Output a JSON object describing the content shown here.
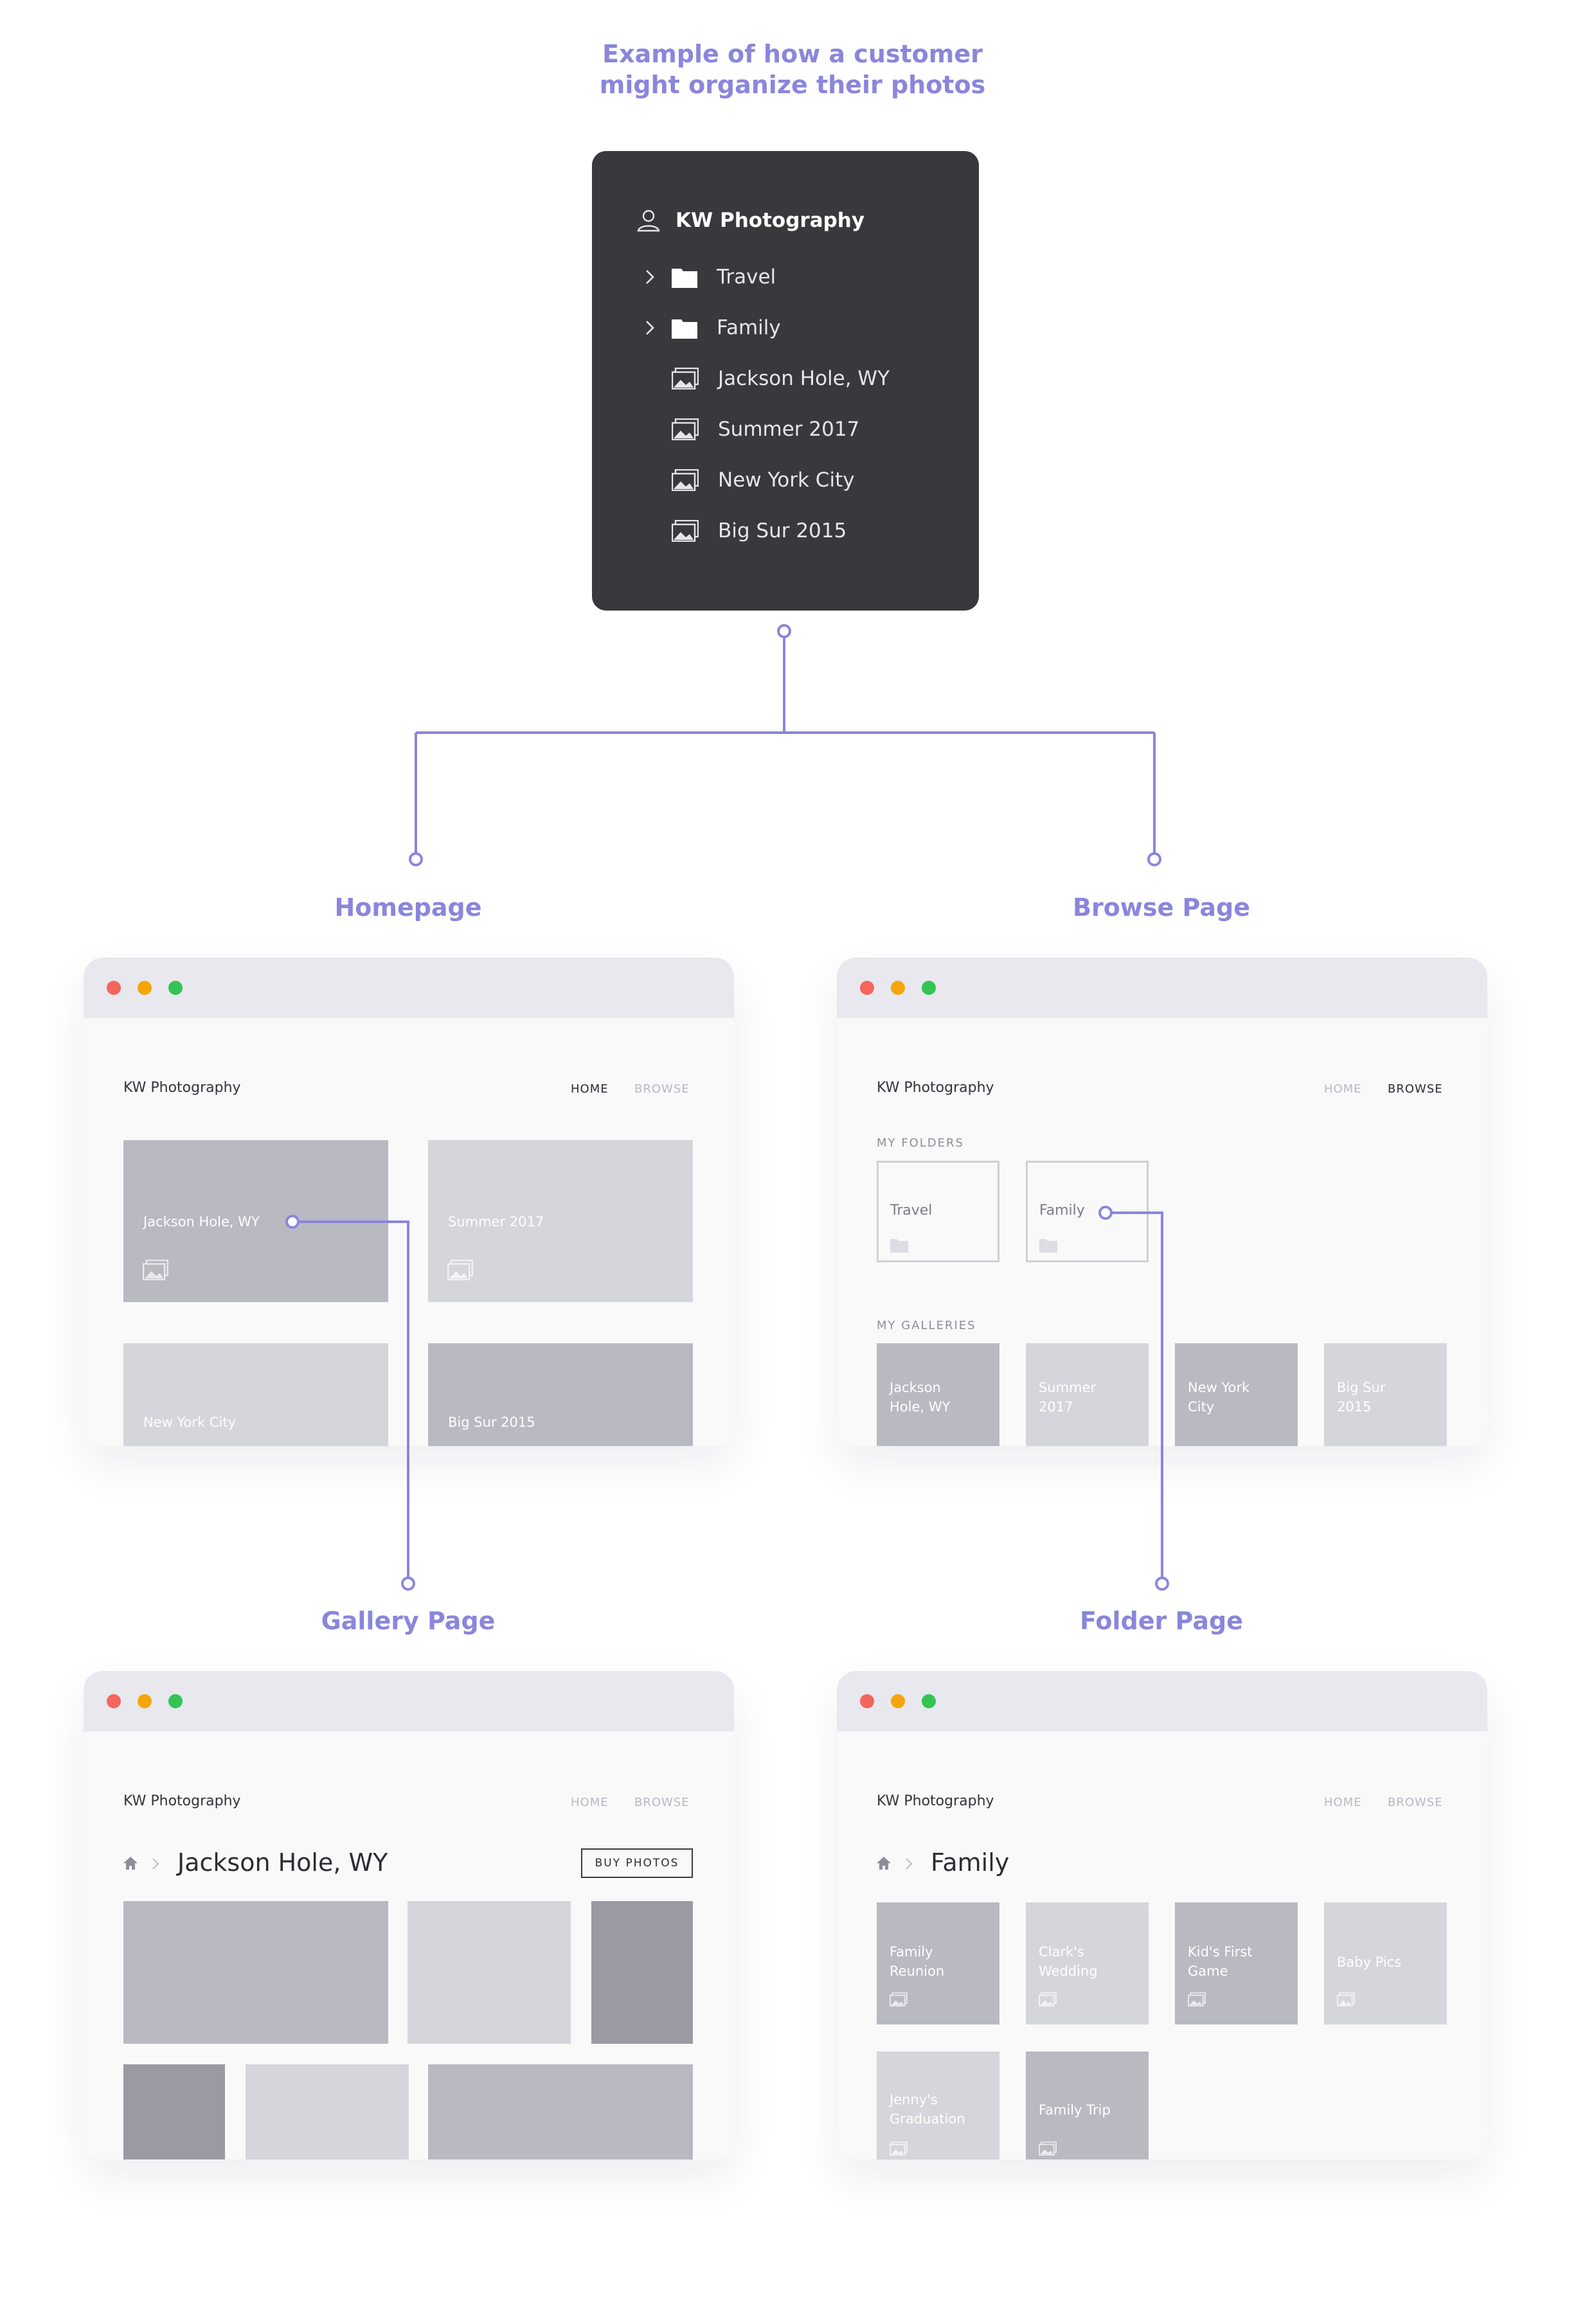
{
  "headline": {
    "line1": "Example of how a customer",
    "line2": "might organize their photos"
  },
  "tree": {
    "account": "KW Photography",
    "items": [
      {
        "label": "Travel",
        "type": "folder"
      },
      {
        "label": "Family",
        "type": "folder"
      },
      {
        "label": "Jackson Hole, WY",
        "type": "gallery"
      },
      {
        "label": "Summer 2017",
        "type": "gallery"
      },
      {
        "label": "New York City",
        "type": "gallery"
      },
      {
        "label": "Big Sur 2015",
        "type": "gallery"
      }
    ]
  },
  "sections": {
    "homepage": "Homepage",
    "browse": "Browse Page",
    "gallery": "Gallery Page",
    "folder": "Folder Page"
  },
  "site": {
    "brand": "KW Photography",
    "nav_home": "HOME",
    "nav_browse": "BROWSE"
  },
  "homepage": {
    "tiles": [
      "Jackson Hole, WY",
      "Summer 2017",
      "New York City",
      "Big Sur 2015"
    ]
  },
  "browse": {
    "folders_label": "MY FOLDERS",
    "folders": [
      "Travel",
      "Family"
    ],
    "galleries_label": "MY GALLERIES",
    "galleries": [
      "Jackson\nHole, WY",
      "Summer\n2017",
      "New York\nCity",
      "Big Sur\n2015"
    ]
  },
  "gallery_page": {
    "title": "Jackson Hole, WY",
    "buy_button": "BUY PHOTOS"
  },
  "folder_page": {
    "title": "Family",
    "galleries": [
      "Family\nReunion",
      "Clark's\nWedding",
      "Kid's First\nGame",
      "Baby Pics",
      "Jenny's\nGraduation",
      "Family Trip"
    ]
  },
  "colors": {
    "accent": "#8a86dc",
    "panel": "#38383d",
    "dot_red": "#f4655c",
    "dot_yellow": "#f2a60a",
    "dot_green": "#33c454"
  }
}
